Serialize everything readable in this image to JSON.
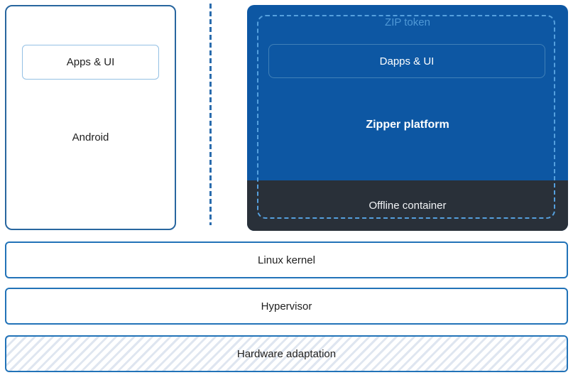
{
  "diagram": {
    "android_panel": {
      "label": "Android",
      "apps_box_label": "Apps & UI"
    },
    "zipper_panel": {
      "token_label": "ZIP token",
      "dapps_box_label": "Dapps & UI",
      "platform_label": "Zipper platform",
      "offline_container_label": "Offline container"
    },
    "layers": [
      {
        "label": "Linux kernel"
      },
      {
        "label": "Hypervisor"
      },
      {
        "label": "Hardware adaptation"
      }
    ],
    "colors": {
      "platform_blue": "#0d57a3",
      "offline_dark": "#293039",
      "dashed_accent": "#55a0de",
      "token_text": "#4f98d6",
      "dapps_border": "#4080b8",
      "panel_border": "#28669f",
      "layer_border": "#2273b8",
      "apps_box_border": "#94c0e4",
      "divider_blue": "#2a6cad",
      "hatch_stripe": "#dfe6f0",
      "text_dark": "#212121"
    }
  }
}
